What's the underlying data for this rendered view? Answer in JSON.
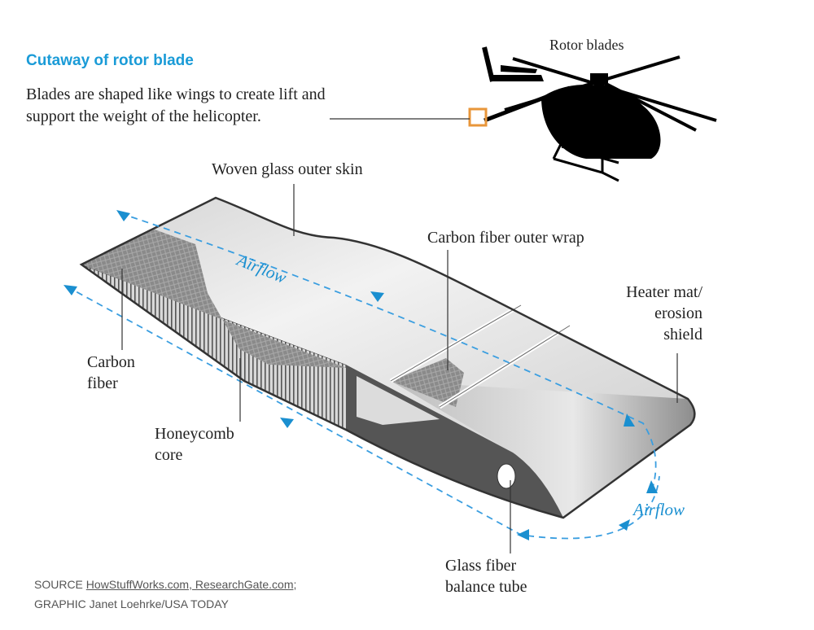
{
  "title": "Cutaway of rotor blade",
  "subtitle_line1": "Blades are shaped like wings to create lift and",
  "subtitle_line2": "support the weight of the helicopter.",
  "labels": {
    "rotor_blades": "Rotor blades",
    "woven_glass": "Woven glass outer skin",
    "carbon_wrap": "Carbon fiber outer wrap",
    "heater_1": "Heater mat/",
    "heater_2": "erosion",
    "heater_3": "shield",
    "carbon_1": "Carbon",
    "carbon_2": "fiber",
    "honey_1": "Honeycomb",
    "honey_2": "core",
    "glass_1": "Glass fiber",
    "glass_2": "balance tube",
    "airflow_top": "Airflow",
    "airflow_bottom": "Airflow"
  },
  "source": {
    "prefix": "SOURCE",
    "links": "HowStuffWorks.com, ResearchGate.com",
    "suffix": ";",
    "graphic": "GRAPHIC Janet Loehrke/USA TODAY"
  },
  "colors": {
    "accent": "#1a9bd7",
    "highlight": "#e8963a",
    "airflow": "#3a9ee0"
  }
}
